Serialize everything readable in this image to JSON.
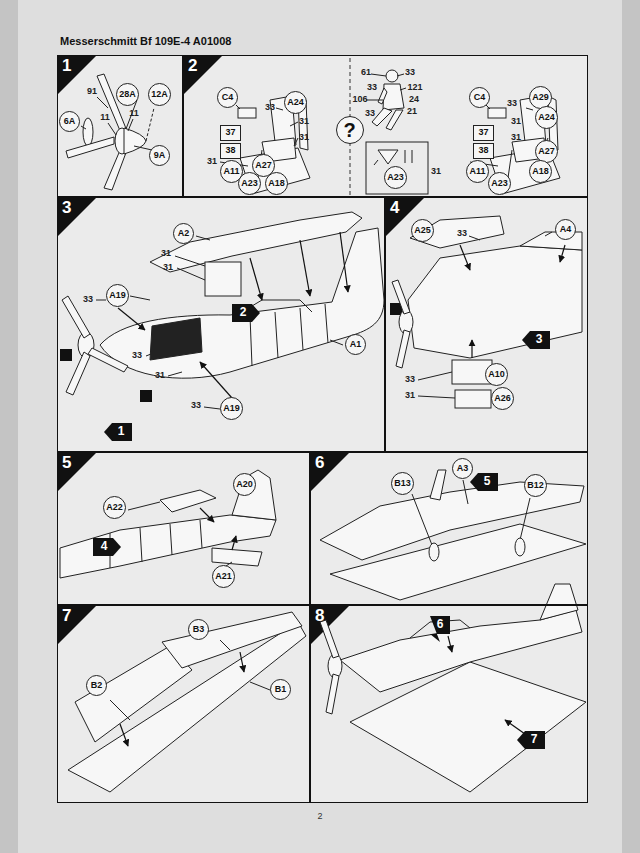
{
  "diagram": {
    "title": "Messerschmitt Bf 109E-4 A01008",
    "nodes": [
      {
        "text": [
          "1"
        ]
      },
      {
        "text": [
          "28A"
        ],
        "in": 0
      },
      {
        "text": [
          "12A"
        ],
        "in": 0
      },
      {
        "text": [
          "6A"
        ],
        "in": 0
      },
      {
        "text": [
          "9A"
        ],
        "in": 0
      },
      {
        "text": [
          "2"
        ]
      },
      {
        "text": [
          "C4"
        ],
        "in": 5
      },
      {
        "text": [
          "37"
        ],
        "in": 5
      },
      {
        "text": [
          "38"
        ],
        "in": 5
      },
      {
        "text": [
          "A24"
        ],
        "in": 5
      },
      {
        "text": [
          "A11"
        ],
        "in": 5
      },
      {
        "text": [
          "A27"
        ],
        "in": 5
      },
      {
        "text": [
          "A23"
        ],
        "in": 5
      },
      {
        "text": [
          "A18"
        ],
        "in": 5
      },
      {
        "text": [
          "?"
        ],
        "in": 5
      },
      {
        "text": [
          "A23"
        ],
        "in": 5
      },
      {
        "text": [
          "C4"
        ],
        "in": 5
      },
      {
        "text": [
          "37"
        ],
        "in": 5
      },
      {
        "text": [
          "38"
        ],
        "in": 5
      },
      {
        "text": [
          "A29"
        ],
        "in": 5
      },
      {
        "text": [
          "A24"
        ],
        "in": 5
      },
      {
        "text": [
          "A11"
        ],
        "in": 5
      },
      {
        "text": [
          "A27"
        ],
        "in": 5
      },
      {
        "text": [
          "A23"
        ],
        "in": 5
      },
      {
        "text": [
          "A18"
        ],
        "in": 5
      },
      {
        "text": [
          "3"
        ]
      },
      {
        "text": [
          "A2"
        ],
        "in": 25
      },
      {
        "text": [
          "A19"
        ],
        "in": 25
      },
      {
        "text": [
          "A1"
        ],
        "in": 25
      },
      {
        "text": [
          "A19"
        ],
        "in": 25
      },
      {
        "text": [
          "4"
        ]
      },
      {
        "text": [
          "A25"
        ],
        "in": 30
      },
      {
        "text": [
          "A4"
        ],
        "in": 30
      },
      {
        "text": [
          "A10"
        ],
        "in": 30
      },
      {
        "text": [
          "A26"
        ],
        "in": 30
      },
      {
        "text": [
          "5"
        ]
      },
      {
        "text": [
          "A22"
        ],
        "in": 35
      },
      {
        "text": [
          "A20"
        ],
        "in": 35
      },
      {
        "text": [
          "A21"
        ],
        "in": 35
      },
      {
        "text": [
          "6"
        ]
      },
      {
        "text": [
          "A3"
        ],
        "in": 39
      },
      {
        "text": [
          "B13"
        ],
        "in": 39
      },
      {
        "text": [
          "B12"
        ],
        "in": 39
      },
      {
        "text": [
          "7"
        ]
      },
      {
        "text": [
          "B3"
        ],
        "in": 43
      },
      {
        "text": [
          "B2"
        ],
        "in": 43
      },
      {
        "text": [
          "B1"
        ],
        "in": 43
      },
      {
        "text": [
          "8"
        ]
      }
    ],
    "labels": [
      "91",
      "11",
      "11",
      "33",
      "31",
      "31",
      "31",
      "61",
      "33",
      "33",
      "121",
      "106",
      "24",
      "21",
      "33",
      "33",
      "31",
      "31",
      "31",
      "33",
      "31",
      "31",
      "31",
      "33",
      "31",
      "33",
      "2",
      "1",
      "33",
      "33",
      "31",
      "3",
      "4",
      "5",
      "6",
      "7",
      "2"
    ]
  }
}
